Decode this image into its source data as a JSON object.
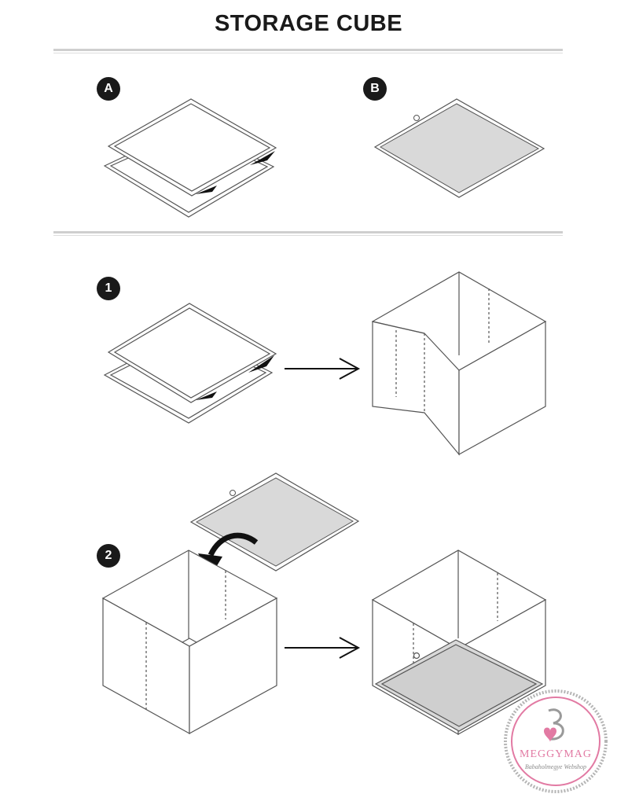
{
  "title": "STORAGE CUBE",
  "steps": {
    "a": "A",
    "b": "B",
    "one": "1",
    "two": "2"
  },
  "logo": {
    "name": "MEGGYMAG",
    "tagline": "Babaholmegye Webshop"
  },
  "colors": {
    "line": "#555555",
    "panel_fill": "#d9d9d9",
    "badge": "#1a1a1a",
    "logo_pink": "#e27aa3"
  }
}
